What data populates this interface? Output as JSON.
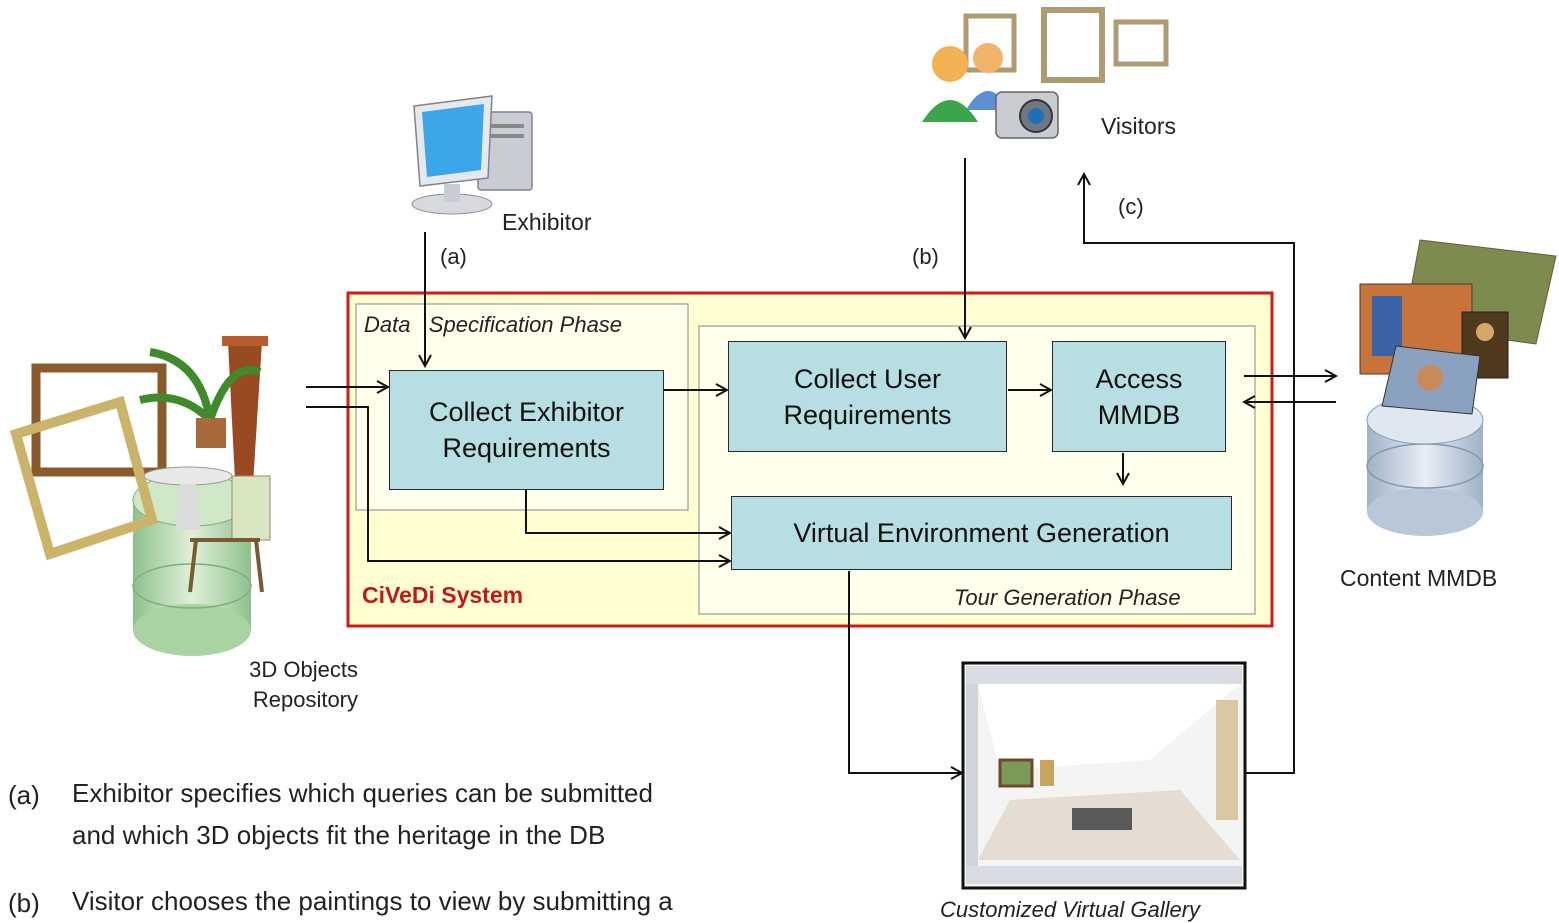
{
  "colors": {
    "system_border": "#d11a1a",
    "system_fill": "#ffffd2",
    "process_fill": "#b7dfe3",
    "system_label": "#c31818"
  },
  "actors": {
    "exhibitor": "Exhibitor",
    "visitors": "Visitors",
    "repository": "3D Objects\nRepository",
    "content_db": "Content MMDB",
    "gallery": "Customized Virtual Gallery"
  },
  "system": {
    "label": "CiVeDi System",
    "phase_data": "Data   Specification Phase",
    "phase_tour": "Tour Generation Phase"
  },
  "processes": {
    "collect_exhibitor": "Collect Exhibitor\nRequirements",
    "collect_user": "Collect User\nRequirements",
    "access_mmdb": "Access\nMMDB",
    "venv": "Virtual Environment Generation"
  },
  "flow_labels": {
    "a": "(a)",
    "b": "(b)",
    "c": "(c)"
  },
  "legend": [
    {
      "key": "(a)",
      "lines": [
        "Exhibitor specifies which queries can be submitted",
        "and which 3D objects fit the heritage in the DB"
      ]
    },
    {
      "key": "(b)",
      "lines": [
        "Visitor chooses the paintings to view by submitting a"
      ]
    }
  ]
}
